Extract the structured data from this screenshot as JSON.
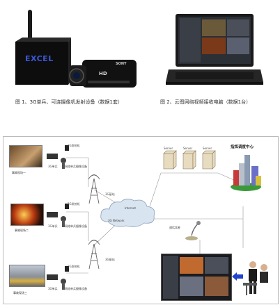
{
  "top": {
    "device_brand": "EXCEL",
    "camcorder_brand": "SONY",
    "camcorder_badge": "HD",
    "caption_left": "图 1、3G单兵、可连摄像机发射设备（数据1套）",
    "caption_right": "图 2、云图网络视频接收电脑（数据1台）"
  },
  "diagram": {
    "center_title": "指挥调度中心",
    "servers": [
      "Server",
      "Server",
      "Server"
    ],
    "clouds": [
      "Internet",
      "3G Network"
    ],
    "tower_labels": [
      "3G基站",
      "3G基站"
    ],
    "mic_label": "通话耳麦",
    "sites": [
      {
        "label": "事故现场一",
        "kit_labels": [
          "3G发射机",
          "3G单兵",
          "网络单兵摄像设备"
        ]
      },
      {
        "label": "事故现场二",
        "kit_labels": [
          "3G发射机",
          "3G单兵",
          "网络单兵摄像设备"
        ]
      },
      {
        "label": "事故现场三",
        "kit_labels": [
          "3G发射机",
          "3G单兵",
          "网络单兵摄像设备"
        ]
      }
    ]
  },
  "colors": {
    "device_blue": "#1e3aa8",
    "line_gray": "#888888",
    "arrow_blue": "#2244cc",
    "cloud_fill": "#d8e4f0"
  }
}
